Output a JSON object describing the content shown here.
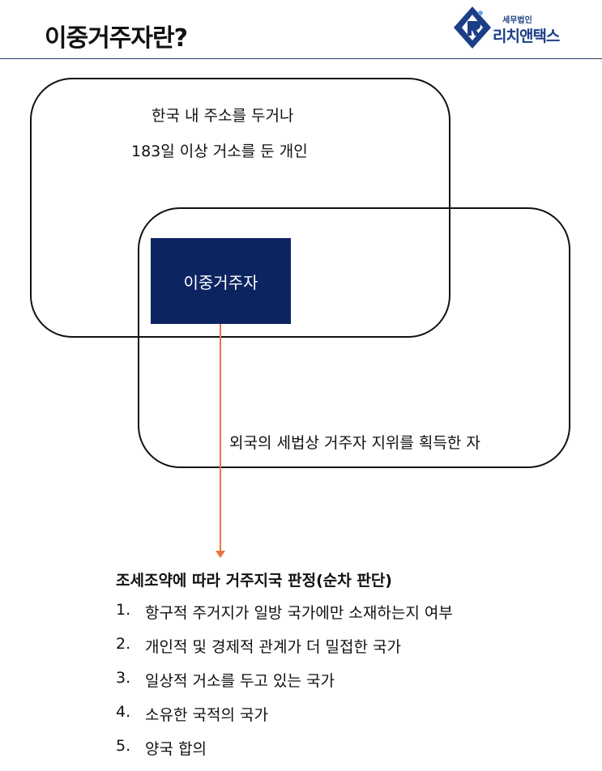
{
  "header": {
    "title": "이중거주자란?",
    "logo": {
      "small": "세무법인",
      "big": "리치앤택스"
    }
  },
  "diagram": {
    "domestic_condition": [
      "한국 내 주소를 두거나",
      "183일 이상 거소를 둔 개인"
    ],
    "overlap_label": "이중거주자",
    "foreign_condition": "외국의 세법상 거주자 지위를 획득한 자"
  },
  "treaty": {
    "heading": "조세조약에 따라 거주지국 판정(순차 판단)",
    "items": [
      {
        "num": "1.",
        "text": "항구적 주거지가 일방 국가에만 소재하는지 여부"
      },
      {
        "num": "2.",
        "text": "개인적 및 경제적 관계가 더 밀접한 국가"
      },
      {
        "num": "3.",
        "text": "일상적 거소를 두고 있는 국가"
      },
      {
        "num": "4.",
        "text": "소유한 국적의 국가"
      },
      {
        "num": "5.",
        "text": "양국 합의"
      }
    ]
  },
  "colors": {
    "navy": "#0c2460",
    "arrow": "#e8743b",
    "logo_blue": "#1b3e86"
  }
}
